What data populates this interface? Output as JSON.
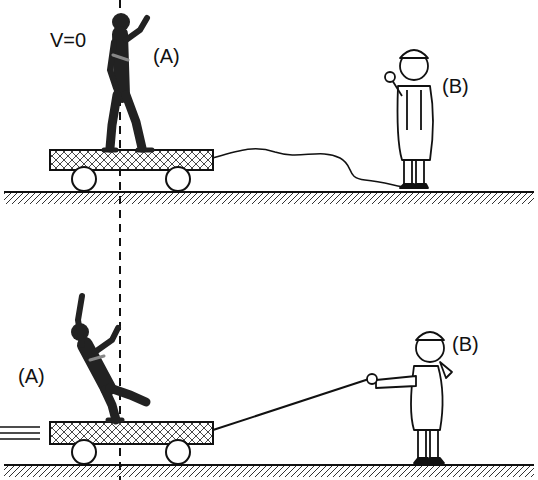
{
  "diagram": {
    "labels": [
      "V=0",
      "(A)",
      "(B)",
      "(A)",
      "(B)"
    ]
  }
}
